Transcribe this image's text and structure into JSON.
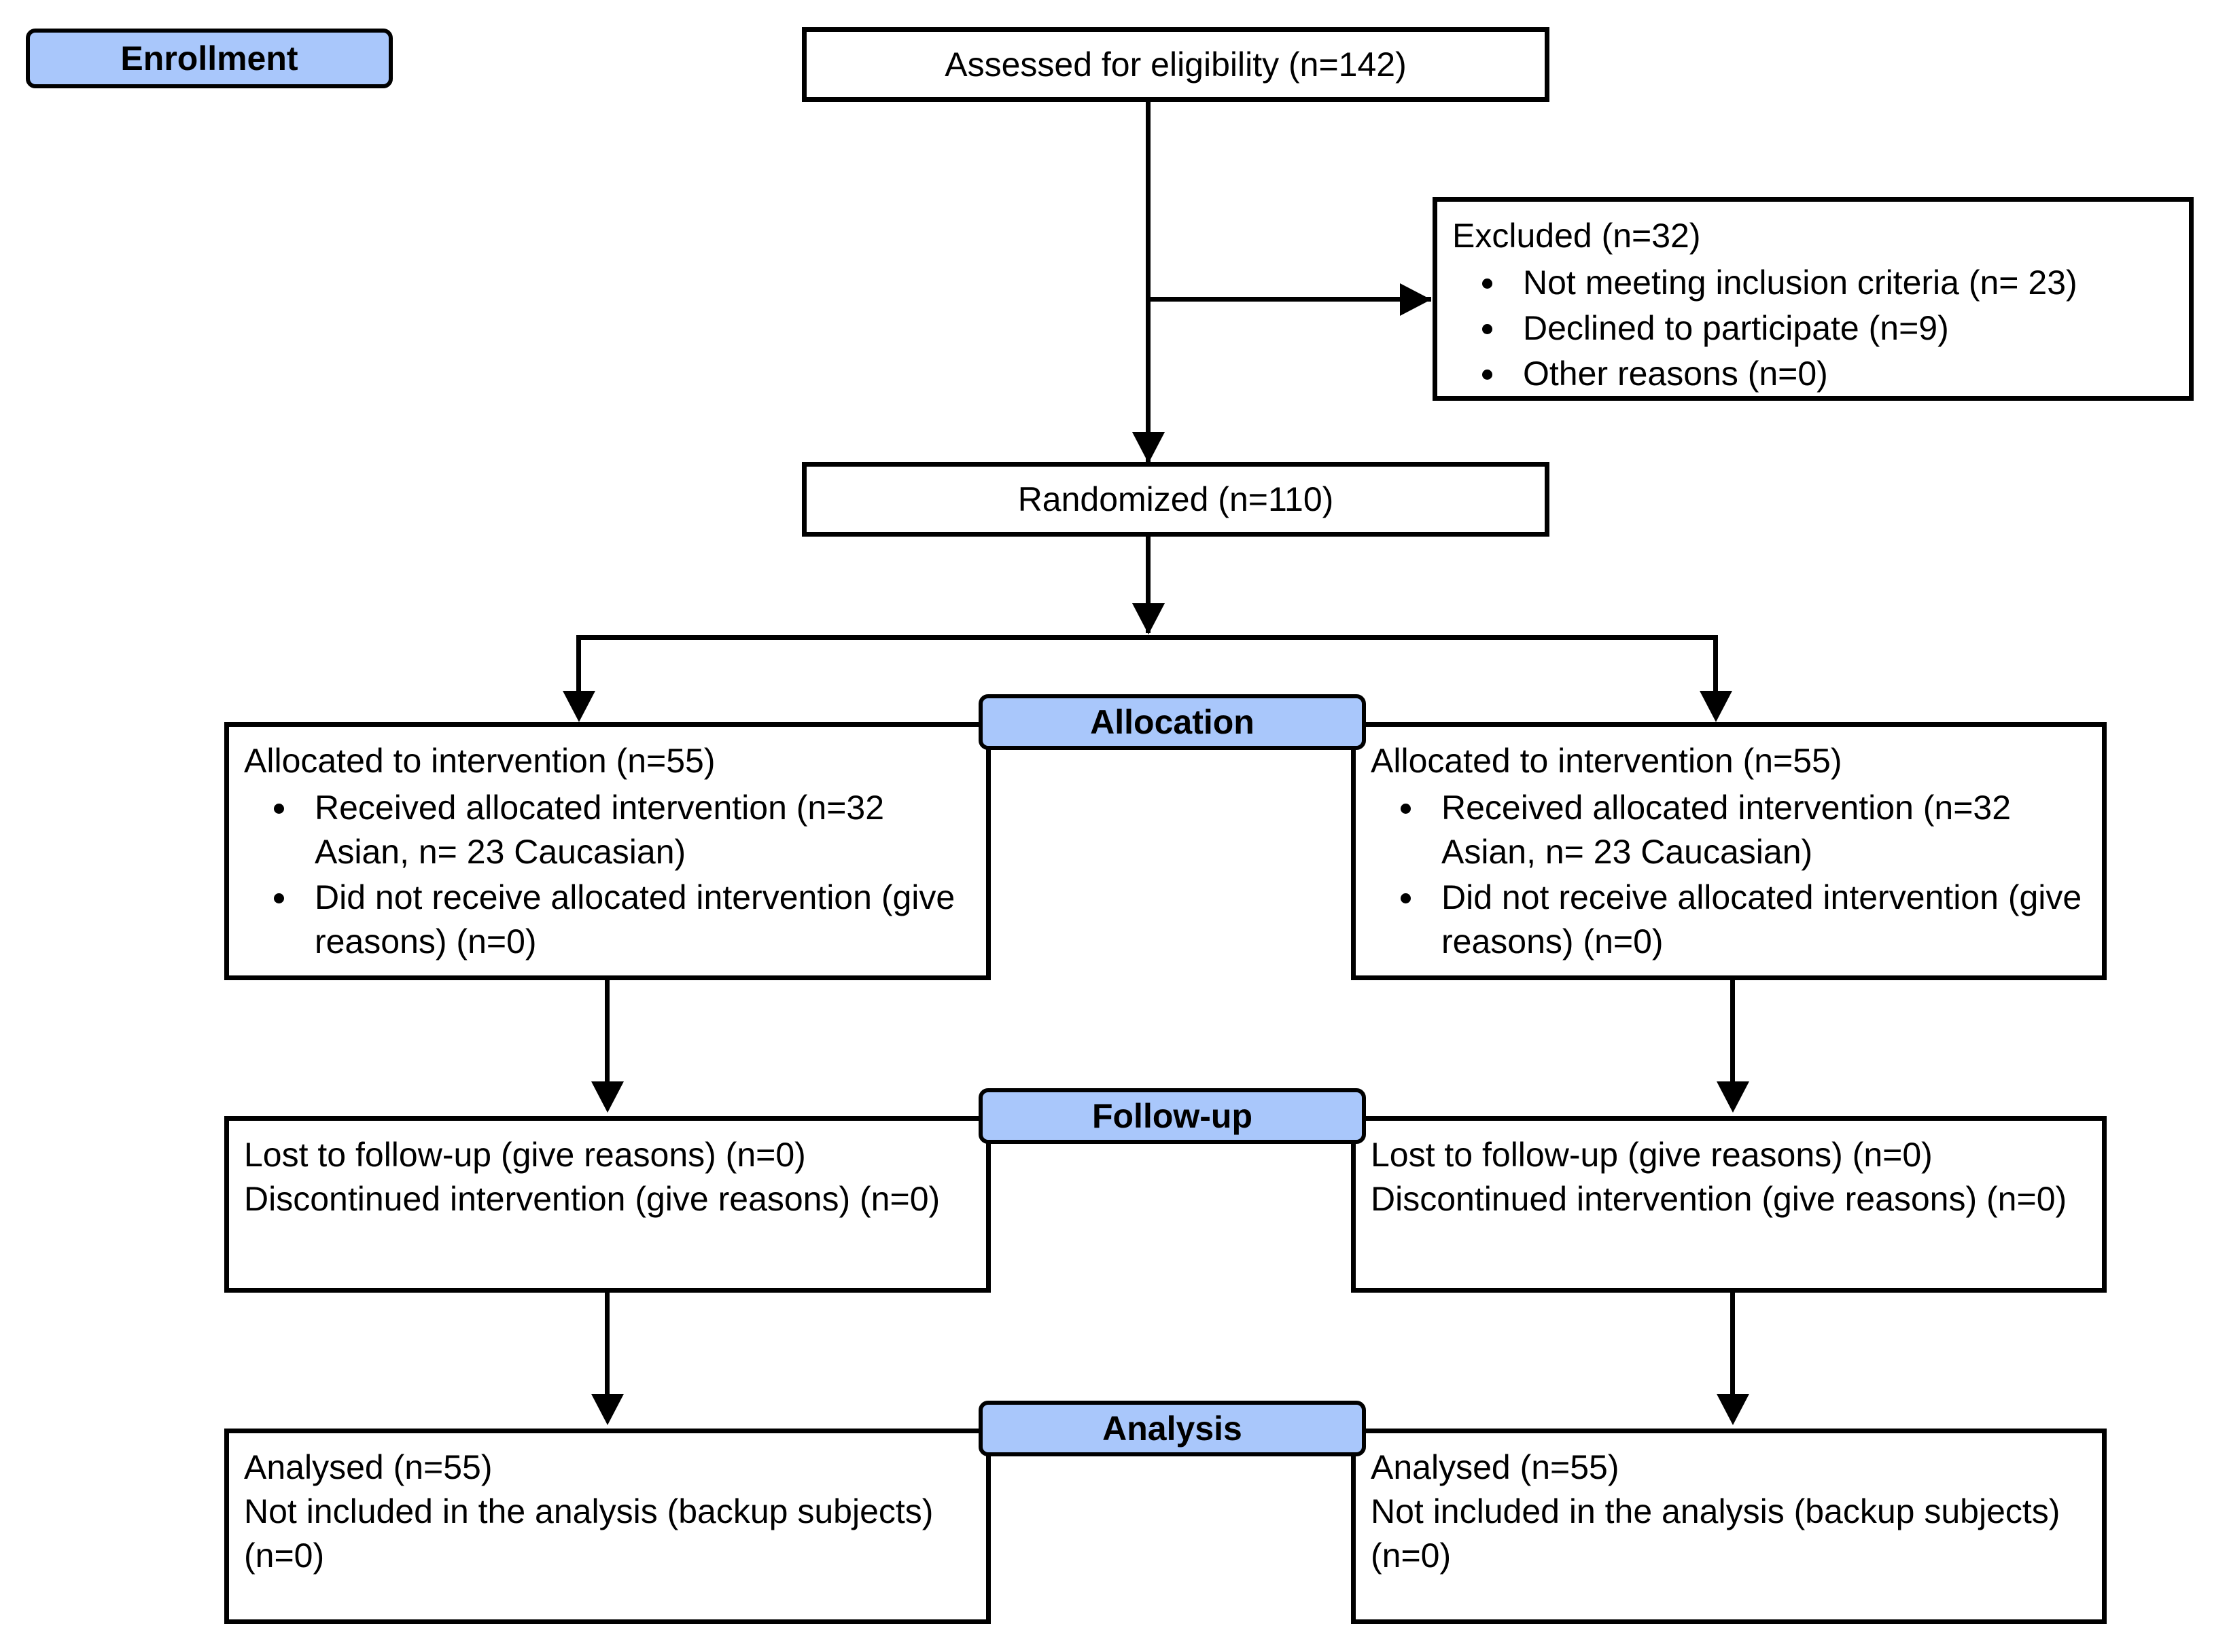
{
  "diagram": {
    "title": "CONSORT flow diagram",
    "accent_color": "#A9C7FB",
    "line_color": "#000000",
    "background_color": "#FFFFFF"
  },
  "stages": {
    "enrollment": "Enrollment",
    "allocation": "Allocation",
    "followup": "Follow-up",
    "analysis": "Analysis"
  },
  "nodes": {
    "assessed": {
      "text": "Assessed for eligibility (n=142)"
    },
    "excluded": {
      "lead": "Excluded (n=32)",
      "bullets": [
        "Not meeting inclusion criteria (n= 23)",
        "Declined to participate (n=9)",
        "Other reasons (n=0)"
      ]
    },
    "randomized": {
      "text": "Randomized (n=110)"
    },
    "allocated_left": {
      "lead": "Allocated to intervention (n=55)",
      "bullets": [
        "Received allocated intervention (n=32 Asian, n= 23 Caucasian)",
        "Did not receive allocated intervention (give reasons) (n=0)"
      ]
    },
    "allocated_right": {
      "lead": "Allocated to intervention (n=55)",
      "bullets": [
        "Received allocated intervention (n=32 Asian, n= 23 Caucasian)",
        "Did not receive allocated intervention (give reasons) (n=0)"
      ]
    },
    "followup_left": {
      "line1": "Lost to follow-up (give reasons) (n=0)",
      "line2": "Discontinued intervention (give reasons) (n=0)"
    },
    "followup_right": {
      "line1": "Lost to follow-up (give reasons) (n=0)",
      "line2": "Discontinued intervention (give reasons) (n=0)"
    },
    "analysis_left": {
      "line1": "Analysed (n=55)",
      "line2": "Not included in the analysis (backup subjects) (n=0)"
    },
    "analysis_right": {
      "line1": "Analysed (n=55)",
      "line2": "Not included in the analysis (backup subjects) (n=0)"
    }
  }
}
